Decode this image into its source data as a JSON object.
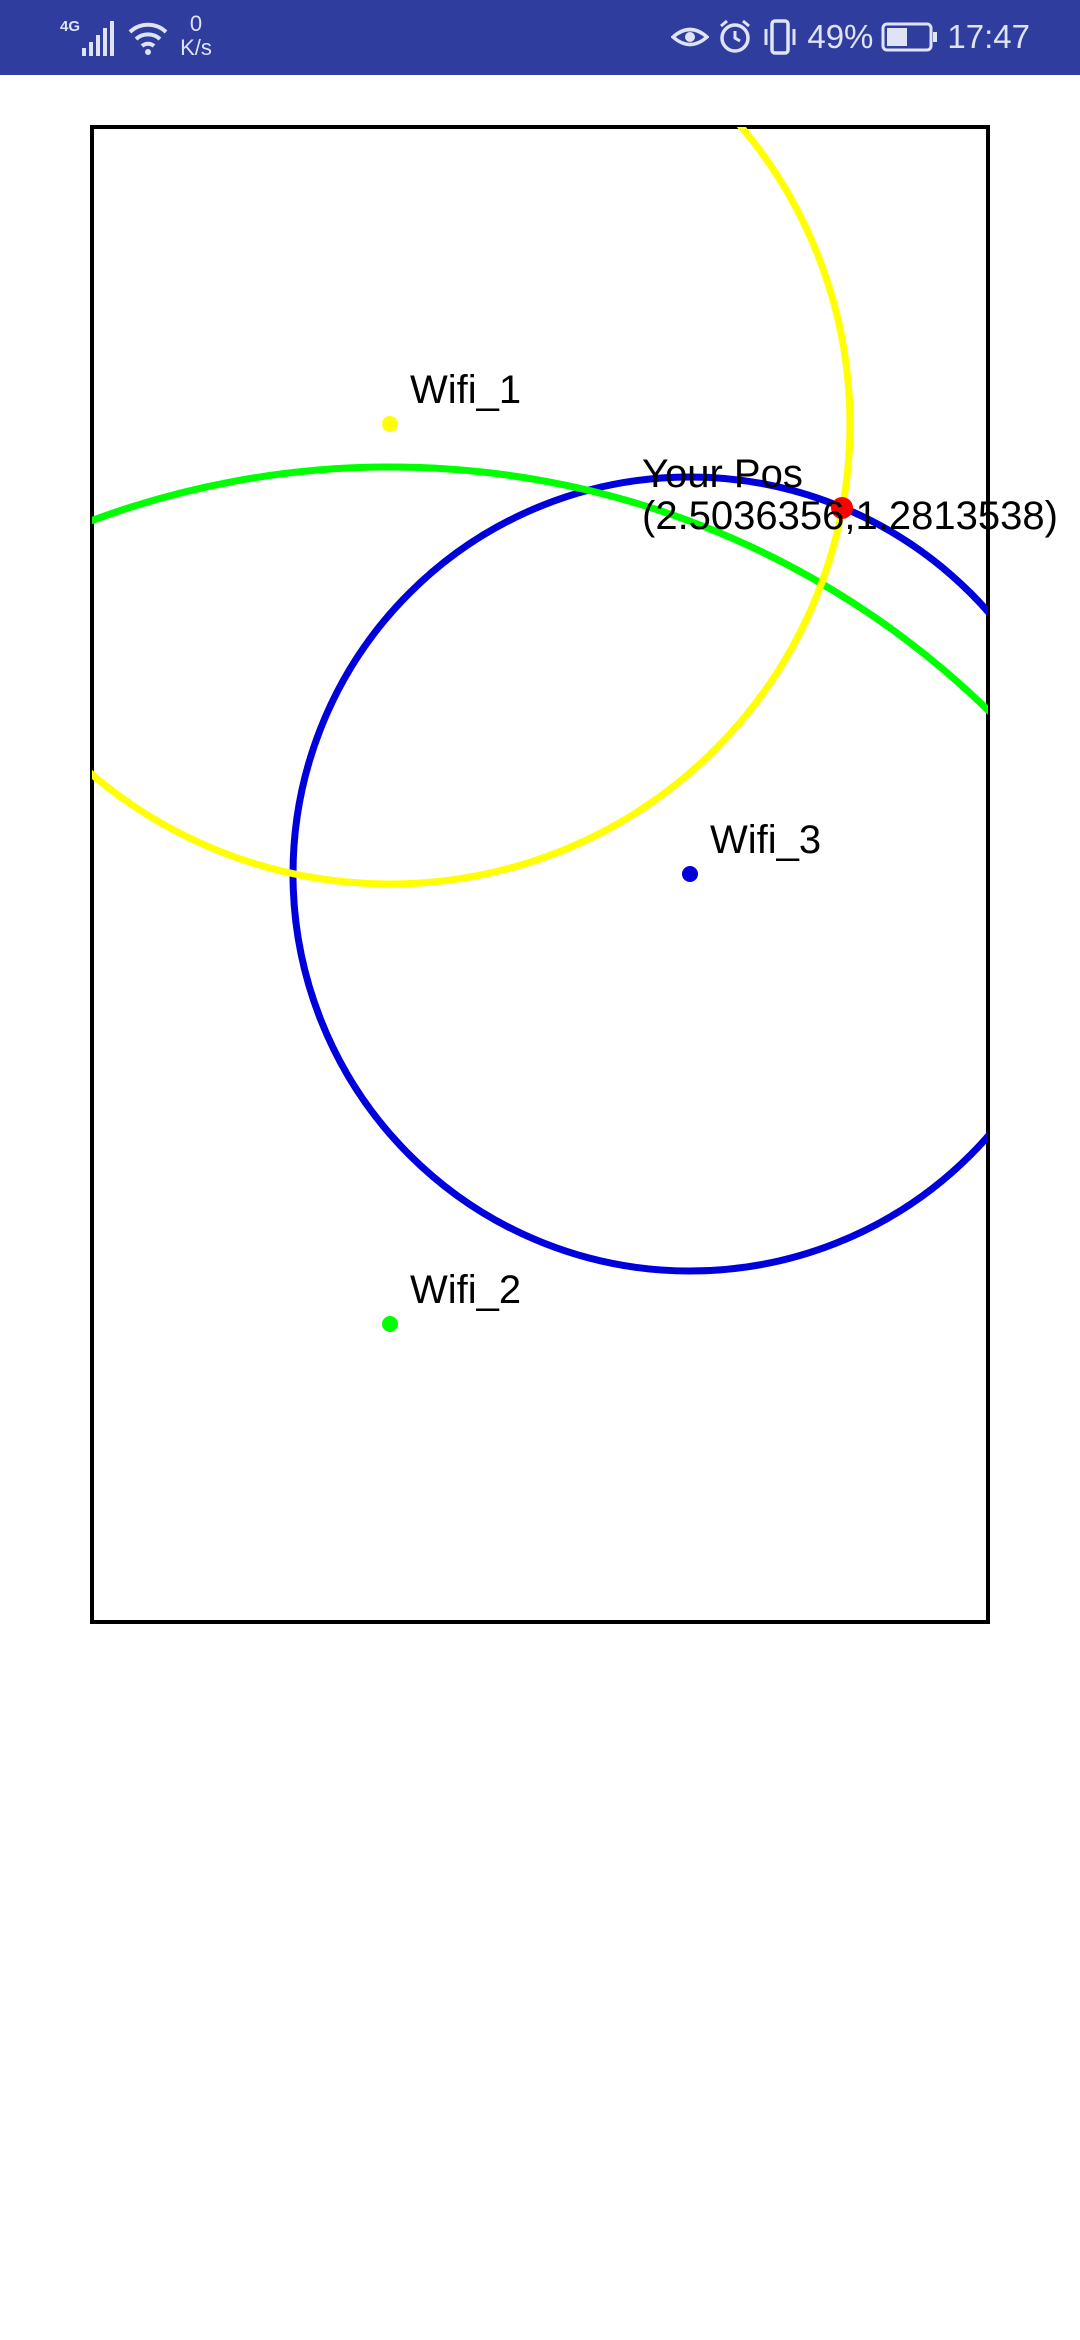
{
  "status_bar": {
    "network_type": "4G",
    "speed_value": "0",
    "speed_unit": "K/s",
    "battery_percent": "49%",
    "time": "17:47",
    "icons": [
      "signal-icon",
      "wifi-icon",
      "eye-icon",
      "alarm-icon",
      "vibrate-icon",
      "battery-icon"
    ]
  },
  "map": {
    "access_points": [
      {
        "name": "Wifi_1",
        "color": "#ffff00"
      },
      {
        "name": "Wifi_2",
        "color": "#00ff00"
      },
      {
        "name": "Wifi_3",
        "color": "#0000dd"
      }
    ],
    "position": {
      "title": "Your Pos",
      "coords": "(2.5036356,1.2813538)",
      "color": "#ff0000"
    }
  }
}
